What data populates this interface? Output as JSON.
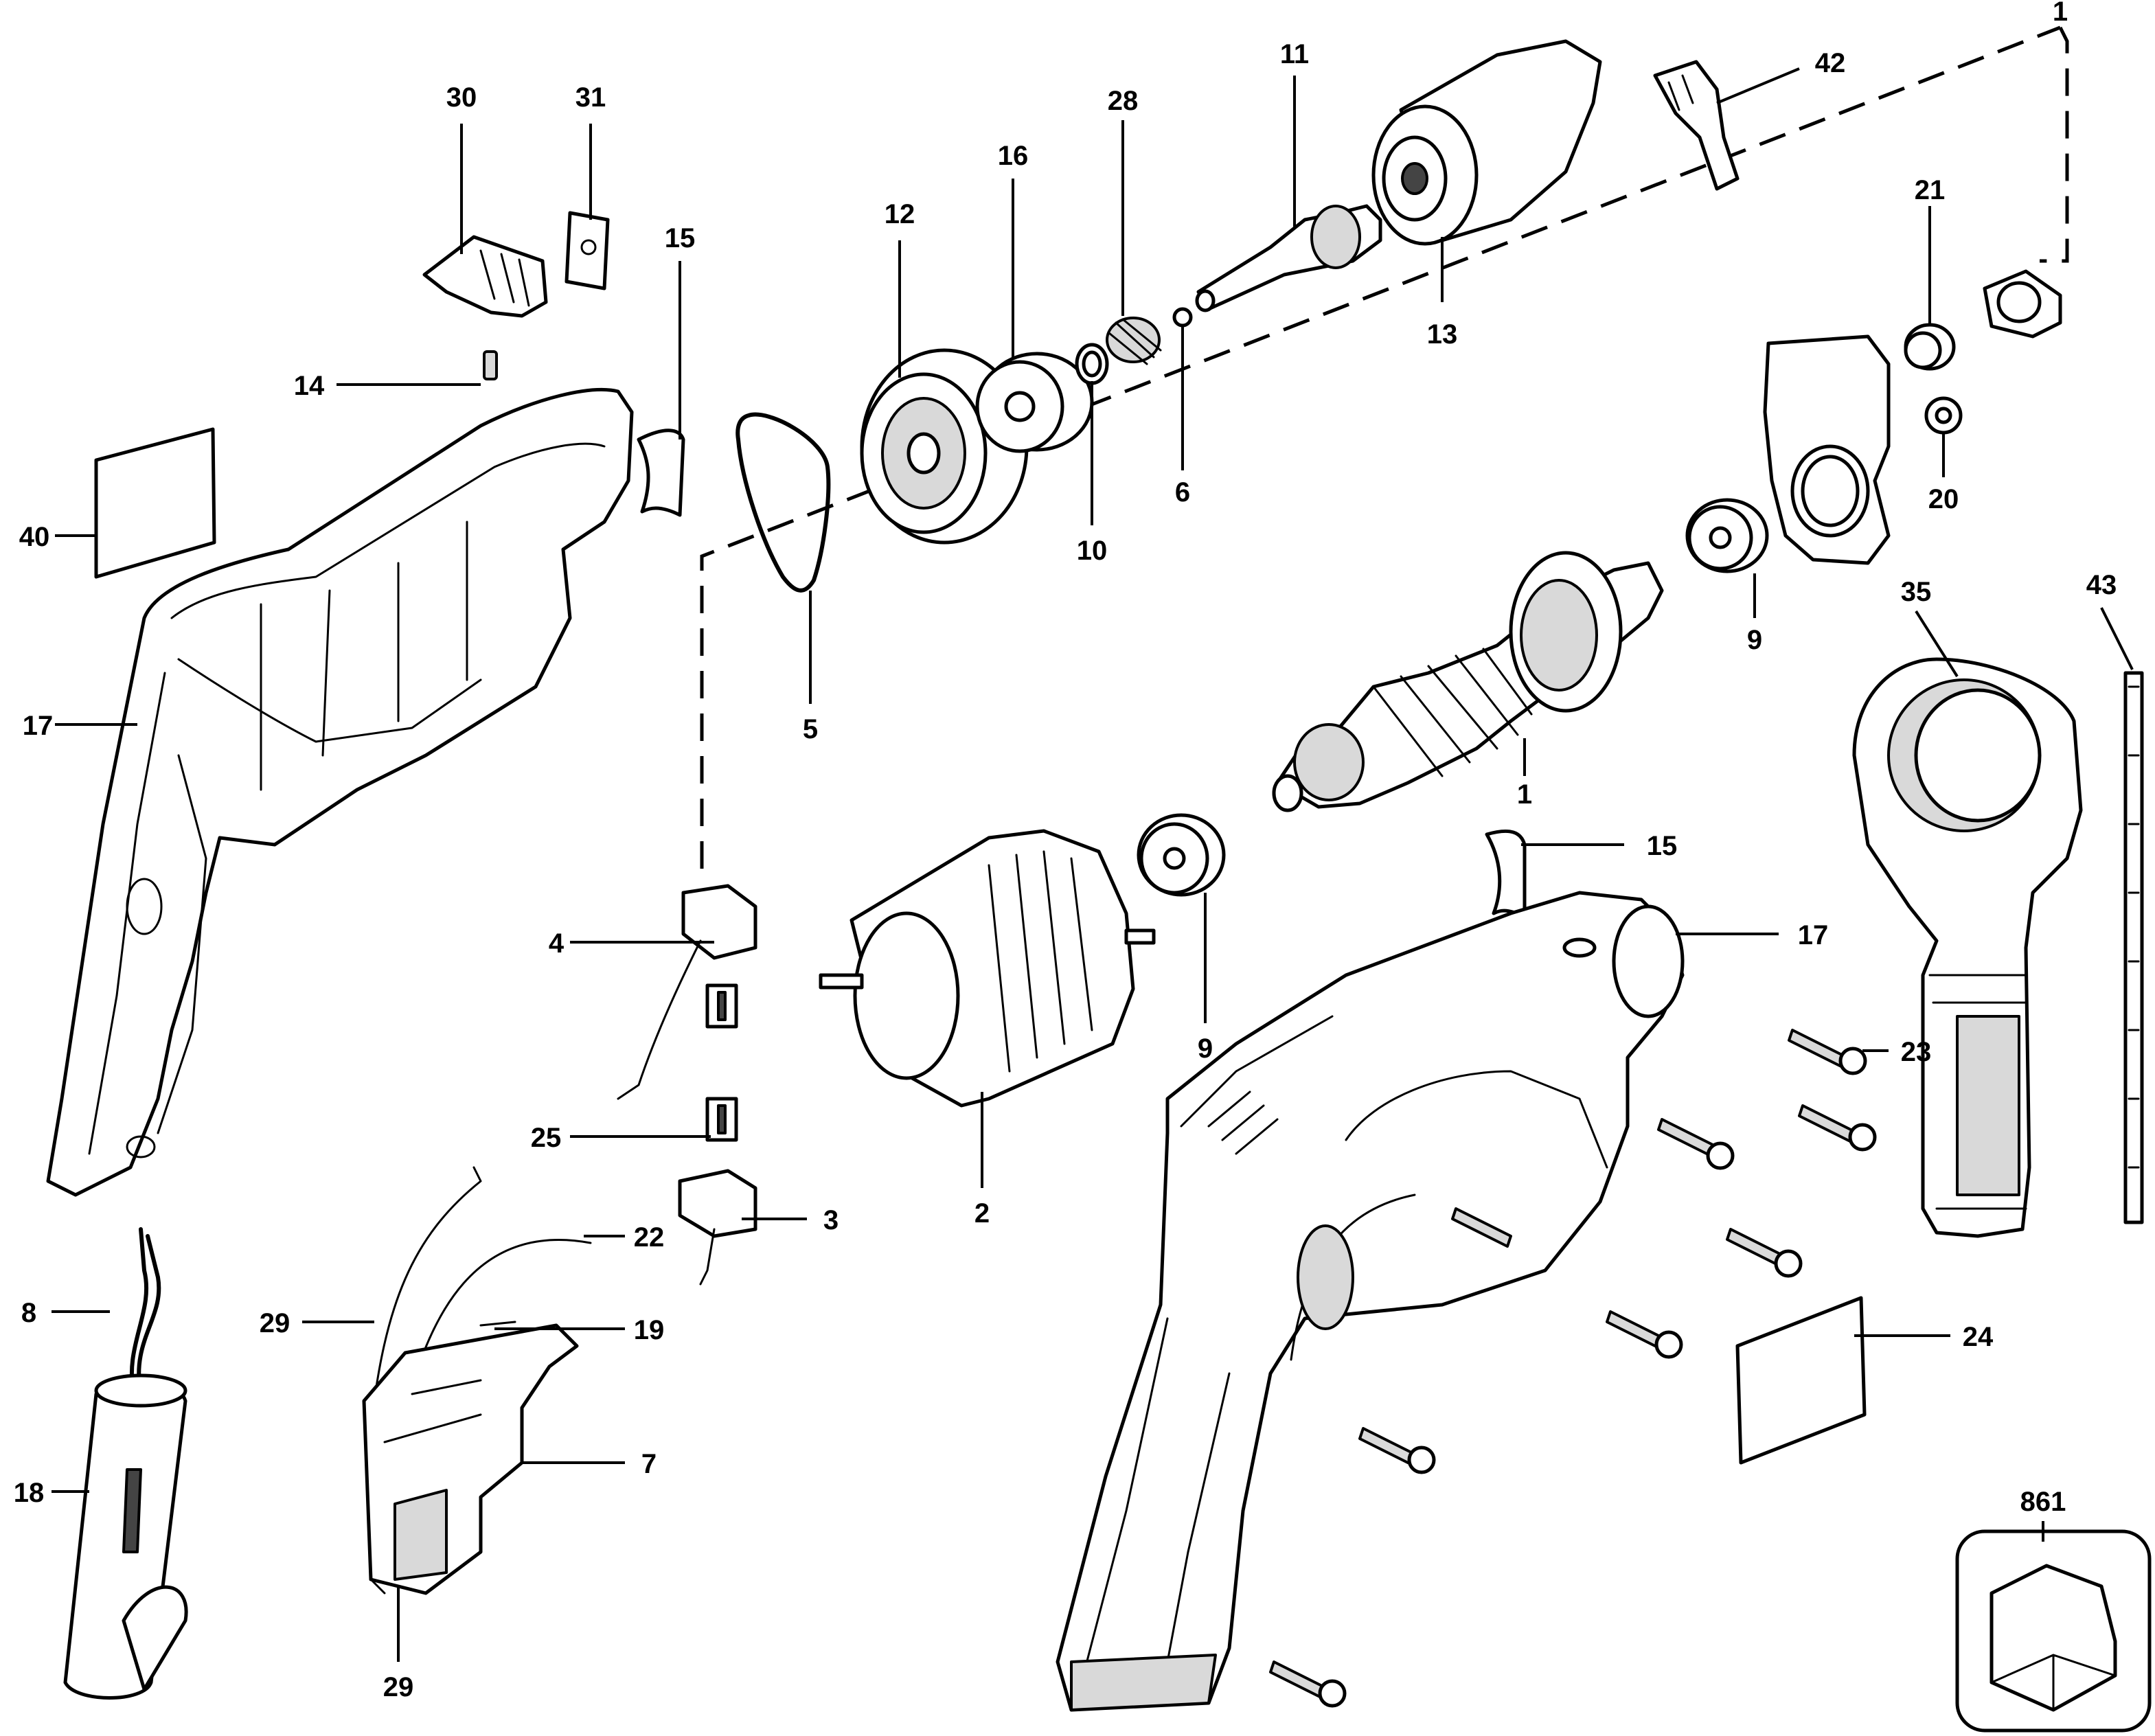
{
  "callouts": [
    {
      "id": "c30",
      "label": "30"
    },
    {
      "id": "c31",
      "label": "31"
    },
    {
      "id": "c15a",
      "label": "15"
    },
    {
      "id": "c14",
      "label": "14"
    },
    {
      "id": "c40",
      "label": "40"
    },
    {
      "id": "c17a",
      "label": "17"
    },
    {
      "id": "c12",
      "label": "12"
    },
    {
      "id": "c16",
      "label": "16"
    },
    {
      "id": "c28",
      "label": "28"
    },
    {
      "id": "c11",
      "label": "11"
    },
    {
      "id": "c13",
      "label": "13"
    },
    {
      "id": "c42",
      "label": "42"
    },
    {
      "id": "c1top",
      "label": "1"
    },
    {
      "id": "c10",
      "label": "10"
    },
    {
      "id": "c6",
      "label": "6"
    },
    {
      "id": "c5",
      "label": "5"
    },
    {
      "id": "c21",
      "label": "21"
    },
    {
      "id": "c20",
      "label": "20"
    },
    {
      "id": "c9a",
      "label": "9"
    },
    {
      "id": "c1",
      "label": "1"
    },
    {
      "id": "c35",
      "label": "35"
    },
    {
      "id": "c43",
      "label": "43"
    },
    {
      "id": "c15b",
      "label": "15"
    },
    {
      "id": "c17b",
      "label": "17"
    },
    {
      "id": "c9b",
      "label": "9"
    },
    {
      "id": "c4",
      "label": "4"
    },
    {
      "id": "c25",
      "label": "25"
    },
    {
      "id": "c3",
      "label": "3"
    },
    {
      "id": "c2",
      "label": "2"
    },
    {
      "id": "c23",
      "label": "23"
    },
    {
      "id": "c22",
      "label": "22"
    },
    {
      "id": "c8",
      "label": "8"
    },
    {
      "id": "c29a",
      "label": "29"
    },
    {
      "id": "c19",
      "label": "19"
    },
    {
      "id": "c7",
      "label": "7"
    },
    {
      "id": "c18",
      "label": "18"
    },
    {
      "id": "c24",
      "label": "24"
    },
    {
      "id": "c29b",
      "label": "29"
    },
    {
      "id": "c861",
      "label": "861"
    }
  ],
  "parts": [
    {
      "id": "p1",
      "icon": "armature-icon"
    },
    {
      "id": "p2",
      "icon": "field-stator-icon"
    },
    {
      "id": "p3",
      "icon": "brush-holder-icon"
    },
    {
      "id": "p4",
      "icon": "brush-holder-icon"
    },
    {
      "id": "p5",
      "icon": "gasket-icon"
    },
    {
      "id": "p6",
      "icon": "ball-icon"
    },
    {
      "id": "p7",
      "icon": "switch-icon"
    },
    {
      "id": "p8",
      "icon": "cord-icon"
    },
    {
      "id": "p9",
      "icon": "bearing-icon"
    },
    {
      "id": "p10",
      "icon": "washer-icon"
    },
    {
      "id": "p11",
      "icon": "spindle-icon"
    },
    {
      "id": "p12",
      "icon": "gear-icon"
    },
    {
      "id": "p13",
      "icon": "chuck-icon"
    },
    {
      "id": "p14",
      "icon": "screw-icon"
    },
    {
      "id": "p15",
      "icon": "clip-icon"
    },
    {
      "id": "p16",
      "icon": "bearing-icon"
    },
    {
      "id": "p17",
      "icon": "housing-icon"
    },
    {
      "id": "p18",
      "icon": "cord-protector-icon"
    },
    {
      "id": "p19",
      "icon": "wire-icon"
    },
    {
      "id": "p20",
      "icon": "bearing-icon"
    },
    {
      "id": "p21",
      "icon": "bearing-icon"
    },
    {
      "id": "p22",
      "icon": "wire-icon"
    },
    {
      "id": "p23",
      "icon": "screw-icon"
    },
    {
      "id": "p24",
      "icon": "label-icon"
    },
    {
      "id": "p25",
      "icon": "carbon-brush-icon"
    },
    {
      "id": "p28",
      "icon": "spring-icon"
    },
    {
      "id": "p29",
      "icon": "wire-icon"
    },
    {
      "id": "p30",
      "icon": "mode-slider-icon"
    },
    {
      "id": "p31",
      "icon": "plate-icon"
    },
    {
      "id": "p35",
      "icon": "side-handle-icon"
    },
    {
      "id": "p40",
      "icon": "label-icon"
    },
    {
      "id": "p42",
      "icon": "chuck-key-icon"
    },
    {
      "id": "p43",
      "icon": "depth-rod-icon"
    },
    {
      "id": "p861",
      "icon": "carrying-case-icon"
    }
  ]
}
